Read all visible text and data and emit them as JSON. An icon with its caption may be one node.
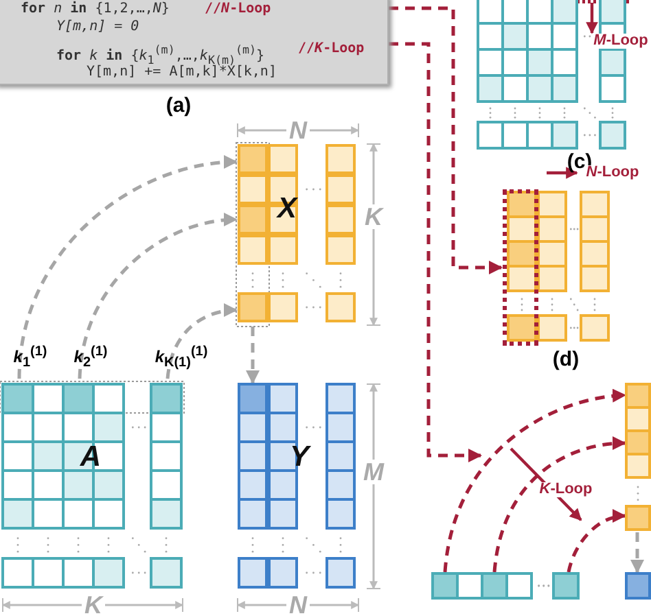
{
  "diagram": {
    "nodes": [
      {
        "text": [
          "**for** *n* **in** {1,2,…,*N*}",
          "//*N*-Loop",
          "Y[m,n] = 0",
          "**for** *k* **in** {*k*$_{1}$$^{(m)}$,…,*k*$_{K(m)}$$^{(m)}$}",
          "//*K*-Loop",
          "Y[m,n] += A[m,k]*X[k,n]"
        ]
      },
      {
        "text": [
          "X"
        ],
        "beside": [
          "N",
          "K"
        ]
      },
      {
        "text": [
          "A"
        ],
        "beside": [
          "K"
        ]
      },
      {
        "text": [
          "Y"
        ],
        "beside": [
          "M",
          "N"
        ]
      },
      {
        "text": [],
        "shape": "box"
      },
      {
        "text": [],
        "shape": "box"
      },
      {
        "text": [],
        "shape": "box",
        "in": 5
      },
      {
        "text": [],
        "shape": "box"
      },
      {
        "text": [],
        "shape": "box"
      },
      {
        "text": [],
        "shape": "box"
      }
    ],
    "edges": [
      {
        "from": 2,
        "to": 1,
        "arrow": "to",
        "style": "dashed",
        "color": "#a6a6a6"
      },
      {
        "from": 2,
        "to": 1,
        "arrow": "to",
        "style": "dashed",
        "color": "#a6a6a6"
      },
      {
        "from": 2,
        "to": 1,
        "arrow": "to",
        "style": "dashed",
        "color": "#a6a6a6"
      },
      {
        "from": 1,
        "to": 3,
        "arrow": "to",
        "style": "dashed",
        "color": "#a6a6a6"
      },
      {
        "from": 0,
        "to": 6,
        "arrow": "to",
        "style": "dashed",
        "color": "#a31f3a"
      },
      {
        "from": 0,
        "to": null,
        "arrow": "to",
        "style": "dashed",
        "color": "#a31f3a"
      },
      {
        "from": 7,
        "to": 8,
        "arrow": "to",
        "style": "dashed",
        "color": "#a31f3a"
      },
      {
        "from": 7,
        "to": 8,
        "arrow": "to",
        "style": "dashed",
        "color": "#a31f3a"
      },
      {
        "from": 7,
        "to": 8,
        "arrow": "to",
        "style": "dashed",
        "color": "#a31f3a"
      },
      {
        "from": 8,
        "to": 9,
        "arrow": "to",
        "style": "dashed",
        "color": "#a6a6a6"
      }
    ],
    "labels": [
      "(a)",
      "*M*-Loop",
      "(c)",
      "*N*-Loop",
      "*k*$_{1}$$^{(1)}$",
      "*k*$_{2}$$^{(1)}$",
      "*k*$_{K(1)}$$^{(1)}$",
      "(d)",
      "*K*-Loop"
    ]
  }
}
